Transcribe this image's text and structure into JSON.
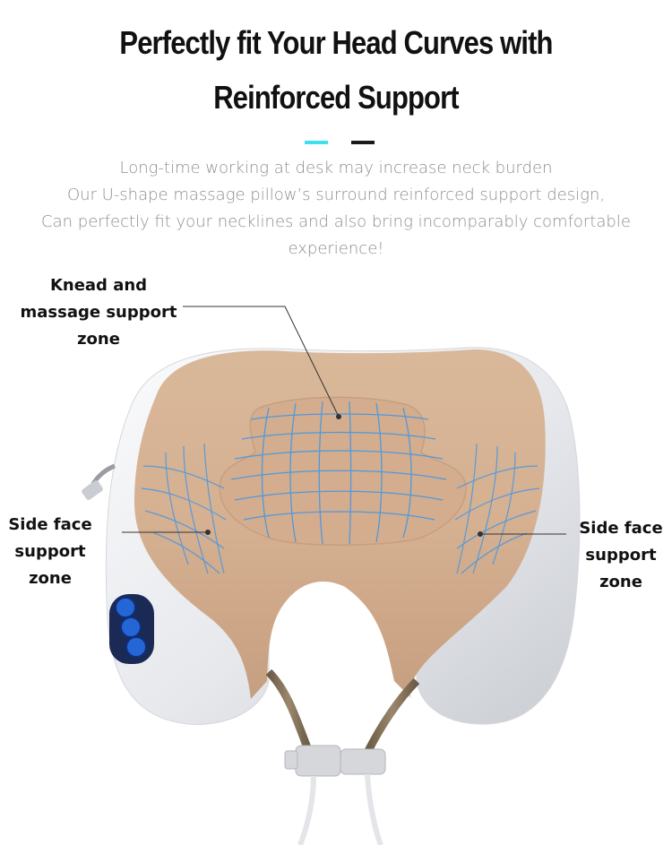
{
  "headline": {
    "line1": "Perfectly fit Your Head Curves with",
    "line2": "Reinforced Support"
  },
  "divider": {
    "accent_color": "#3fe0f0",
    "dark_color": "#1a1a1a"
  },
  "description": {
    "lines": [
      "Long-time working at desk may increase neck burden",
      "Our U-shape massage pillow’s surround reinforced support design,",
      "Can perfectly fit your necklines and also bring incomparably comfortable",
      "experience!"
    ]
  },
  "zones": {
    "knead": [
      "Knead and",
      "massage support",
      "zone"
    ],
    "side_left": [
      "Side face",
      "support",
      "zone"
    ],
    "side_right": [
      "Side face",
      "support",
      "zone"
    ]
  },
  "colors": {
    "fabric": "#d8b596",
    "shell": "#e9ebef",
    "mesh": "#2f8fe6",
    "button": "#1f5fd1"
  }
}
